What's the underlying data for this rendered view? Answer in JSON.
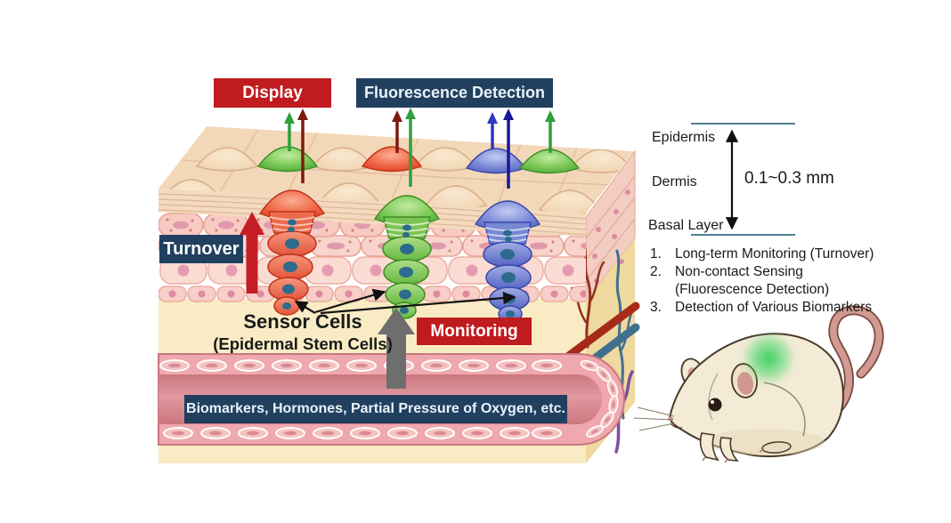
{
  "figure": {
    "callouts": {
      "display": "Display",
      "fluorescence_detection": "Fluorescence Detection",
      "turnover": "Turnover",
      "monitoring": "Monitoring",
      "biomarkers": "Biomarkers, Hormones, Partial Pressure of Oxygen, etc.",
      "sensor_cells_title": "Sensor Cells",
      "sensor_cells_subtitle": "(Epidermal Stem Cells)"
    },
    "skin_scale": {
      "epidermis": "Epidermis",
      "dermis": "Dermis",
      "basal_layer": "Basal Layer",
      "thickness_range": "0.1~0.3 mm"
    },
    "key_points": {
      "items": [
        {
          "num": "1.",
          "lines": [
            "Long-term Monitoring (Turnover)",
            ""
          ]
        },
        {
          "num": "2.",
          "lines": [
            "Non-contact Sensing",
            "(Fluorescence Detection)"
          ]
        },
        {
          "num": "3.",
          "lines": [
            "Detection of Various Biomarkers",
            ""
          ]
        }
      ]
    },
    "colors": {
      "callout_red": "#C01B1F",
      "callout_navy": "#21405F",
      "arrow_green": "#2EA03C",
      "arrow_dark_red": "#7E1A10",
      "arrow_blue_light": "#3038C0",
      "arrow_blue_dark": "#181898",
      "turnover_arrow_red": "#C41E24",
      "monitoring_arrow_gray": "#6E6E6E",
      "scale_line_teal": "#4E7F95",
      "fluorescent_green": "#3ED45C"
    },
    "icons": {
      "mouse_illustration": "lab-mouse-with-green-fluorescent-spot"
    }
  }
}
